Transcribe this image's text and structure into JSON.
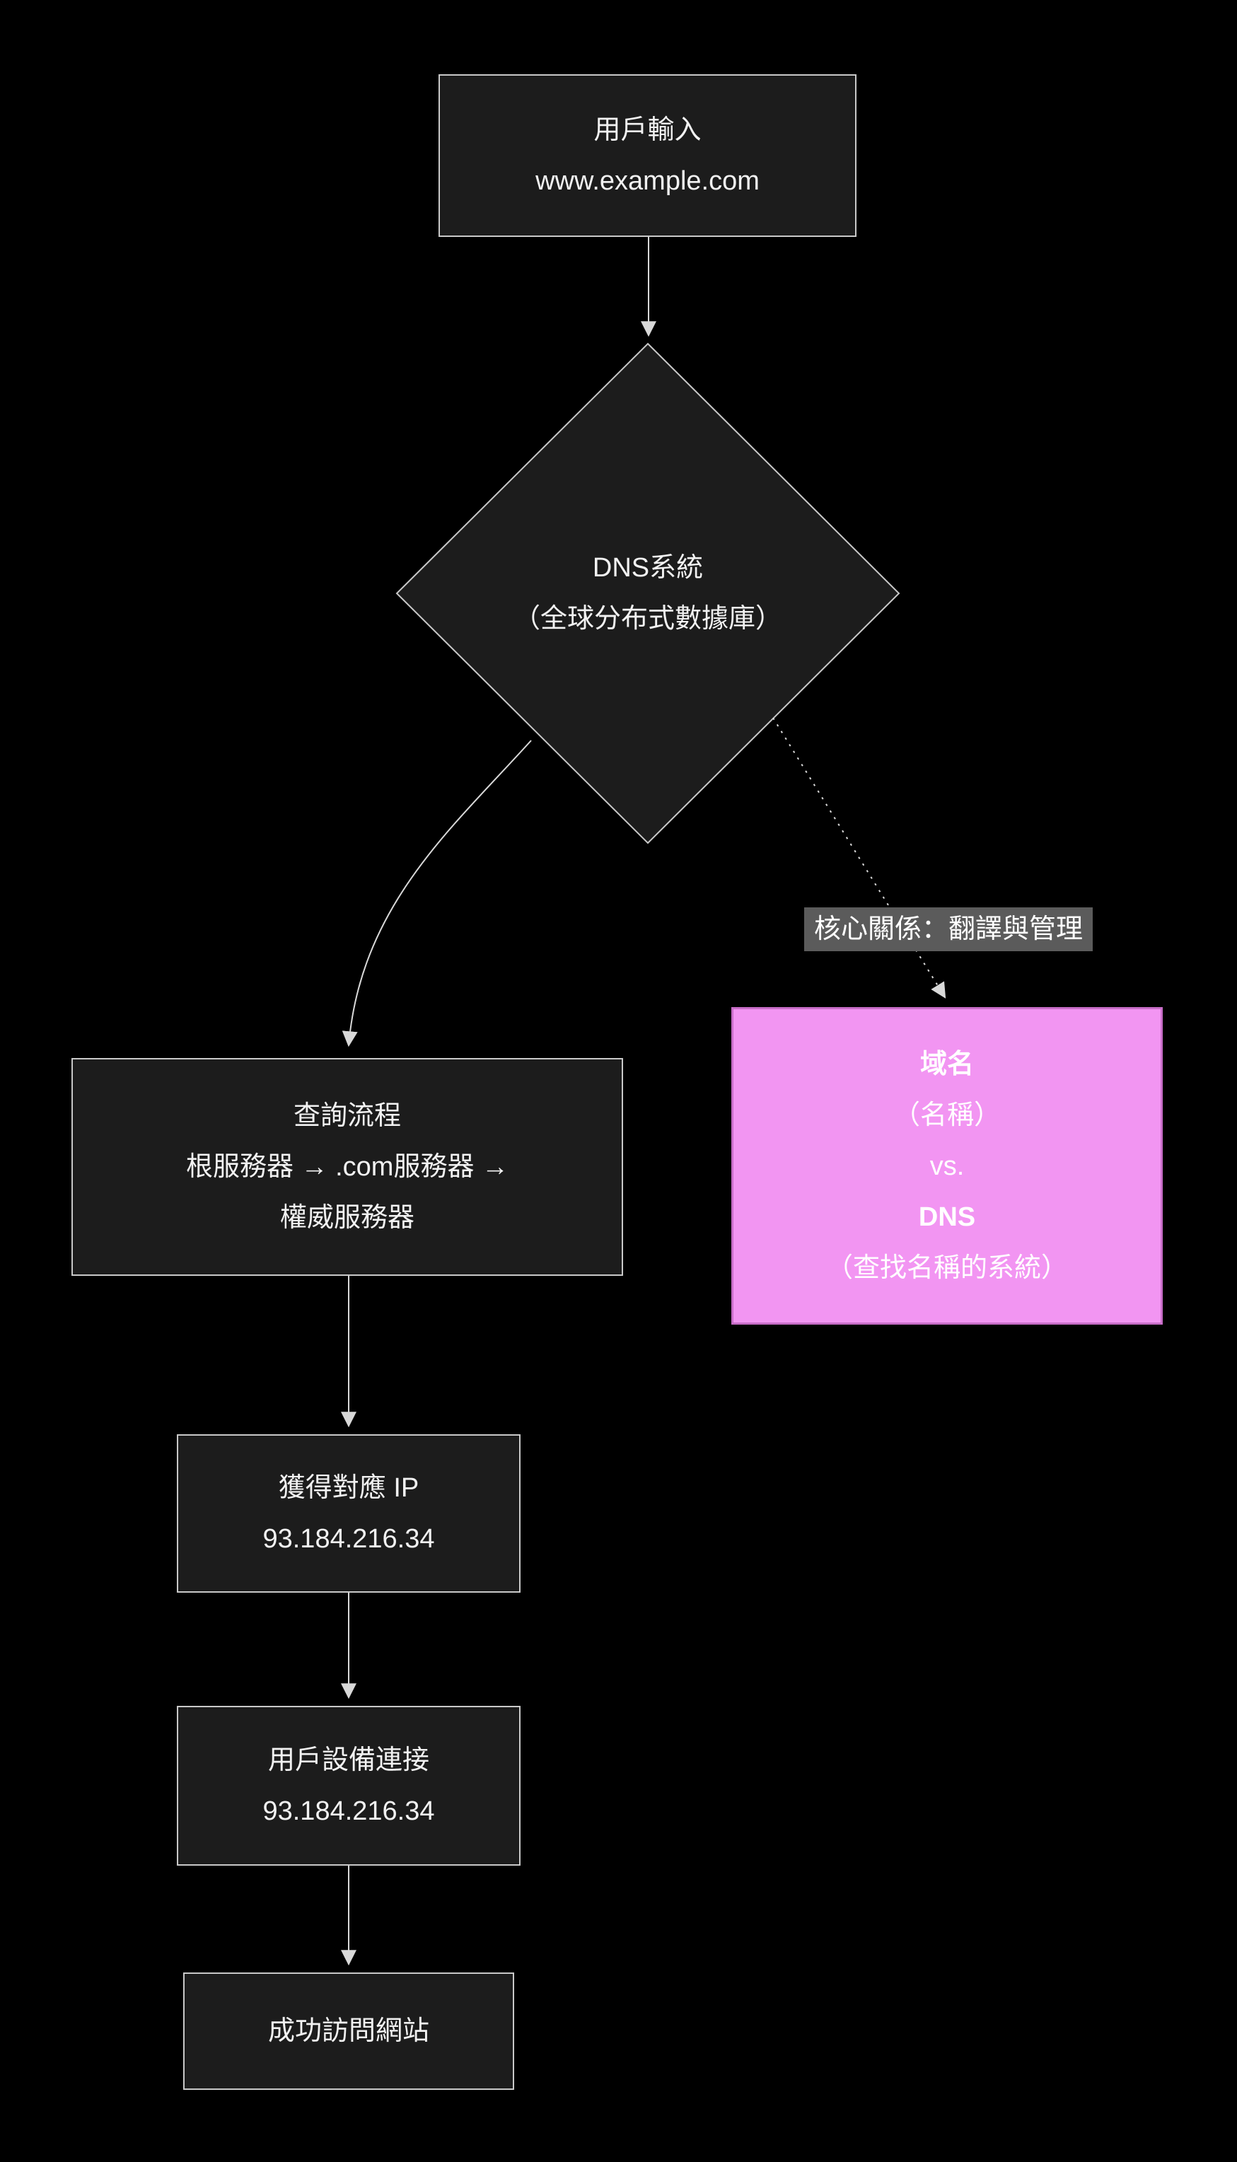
{
  "diagram": {
    "type": "flowchart",
    "colors": {
      "background": "#000000",
      "node_fill": "#1c1c1c",
      "node_border": "#c9c9c9",
      "text": "#f2f2f2",
      "edge": "#d9d9d9",
      "highlight_fill": "#f295f2",
      "highlight_border": "#c86dc8",
      "edge_label_bg": "#5b5b5b"
    },
    "nodes": {
      "user_input": {
        "lines": [
          "用戶輸入",
          "www.example.com"
        ]
      },
      "dns_system": {
        "lines": [
          "DNS系統",
          "（全球分布式數據庫）"
        ]
      },
      "query_flow": {
        "lines": [
          "查詢流程",
          "根服務器 → .com服務器 →",
          "權威服務器"
        ]
      },
      "get_ip": {
        "lines": [
          "獲得對應 IP",
          "93.184.216.34"
        ]
      },
      "device_connect": {
        "lines": [
          "用戶設備連接",
          "93.184.216.34"
        ]
      },
      "success": {
        "lines": [
          "成功訪問網站"
        ]
      },
      "concept": {
        "lines": [
          "域名",
          "（名稱）",
          "vs.",
          "DNS",
          "（查找名稱的系統）"
        ]
      }
    },
    "edges": {
      "dns_to_concept_label": "核心關係：翻譯與管理"
    }
  }
}
